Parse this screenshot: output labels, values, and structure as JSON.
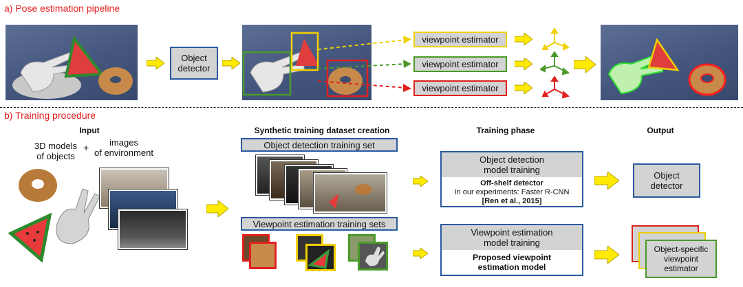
{
  "section_a": {
    "title": "a) Pose estimation pipeline"
  },
  "section_b": {
    "title": "b) Training procedure"
  },
  "pipeline": {
    "object_detector": "Object\ndetector",
    "viewpoint_estimators": [
      "viewpoint estimator",
      "viewpoint estimator",
      "viewpoint estimator"
    ]
  },
  "training": {
    "input_heading": "Input",
    "models_label": "3D models\nof objects",
    "plus": "+",
    "images_label": "images\nof environment",
    "synthetic_heading": "Synthetic training dataset creation",
    "detection_set": "Object detection training set",
    "viewpoint_sets": "Viewpoint estimation training sets",
    "phase_heading": "Training phase",
    "output_heading": "Output",
    "od_training_title": "Object detection\nmodel training",
    "od_bold": "Off-shelf detector",
    "od_note": "In our experiments: Faster R-CNN",
    "od_ref": "[Ren et al., 2015]",
    "ve_training_title": "Viewpoint estimation\nmodel training",
    "ve_bold": "Proposed viewpoint\nestimation model",
    "out_detector": "Object\ndetector",
    "out_estimator": "Object-specific\nviewpoint\nestimator"
  },
  "colors": {
    "red": "#e0201e",
    "yellow": "#f0d000",
    "green": "#4a9a2a",
    "blue": "#2a5aa0",
    "arrow": "#ffea00"
  }
}
